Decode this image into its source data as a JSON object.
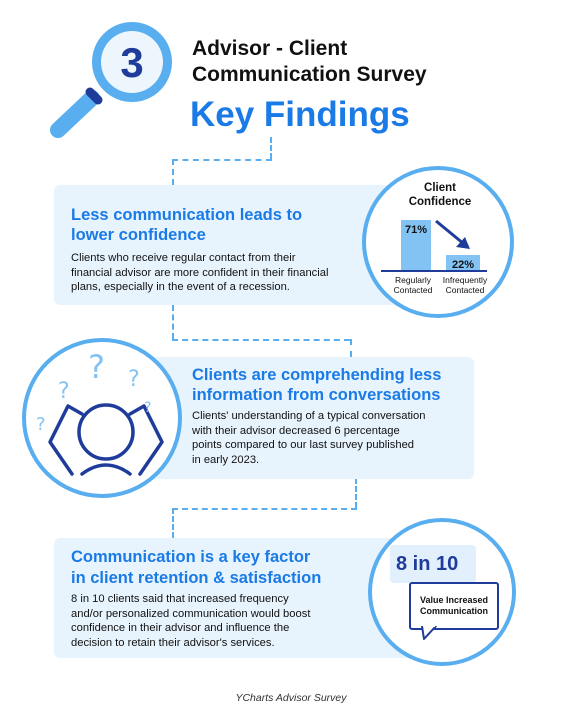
{
  "header": {
    "number": "3",
    "title_line1": "Advisor - Client",
    "title_line2": "Communication Survey",
    "subtitle": "Key Findings"
  },
  "findings": [
    {
      "title_line1": "Less communication leads to",
      "title_line2": "lower confidence",
      "body_lines": [
        "Clients who receive regular contact from their",
        "financial advisor are more confident in their financial",
        "plans, especially in the event of a recession."
      ]
    },
    {
      "title_line1": "Clients are comprehending less",
      "title_line2": "information from conversations",
      "body_lines": [
        "Clients' understanding of a typical conversation",
        "with their advisor decreased 6 percentage",
        "points compared to our last survey published",
        "in early 2023."
      ]
    },
    {
      "title_line1": "Communication is a key factor",
      "title_line2": "in client retention & satisfaction",
      "body_lines": [
        "8 in 10 clients said that increased frequency",
        "and/or personalized communication would boost",
        "confidence in their advisor and influence the",
        "decision to retain their advisor's services."
      ]
    }
  ],
  "chart_data": {
    "type": "bar",
    "title_line1": "Client",
    "title_line2": "Confidence",
    "categories": [
      {
        "line1": "Regularly",
        "line2": "Contacted"
      },
      {
        "line1": "Infrequently",
        "line2": "Contacted"
      }
    ],
    "values": [
      71,
      22
    ],
    "value_labels": [
      "71%",
      "22%"
    ],
    "ylim": [
      0,
      100
    ]
  },
  "stat": {
    "value": "8 in 10",
    "caption_line1": "Value Increased",
    "caption_line2": "Communication"
  },
  "question_marks": "?",
  "footer": "YCharts Advisor Survey",
  "colors": {
    "accent_blue": "#1a7ae6",
    "light_blue": "#59aef0",
    "card_bg": "#e8f4fd",
    "navy": "#1f3c9b"
  }
}
